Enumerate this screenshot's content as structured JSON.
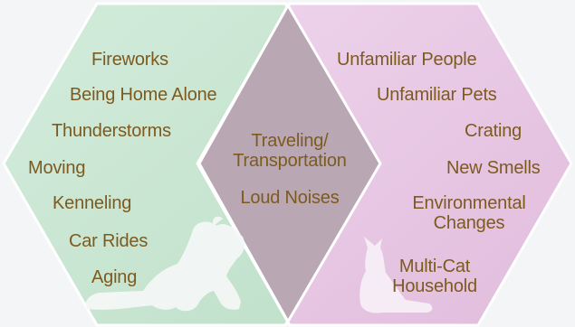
{
  "dog_triggers": [
    "Fireworks",
    "Being Home Alone",
    "Thunderstorms",
    "Moving",
    "Kenneling",
    "Car Rides",
    "Aging"
  ],
  "shared_triggers": [
    "Traveling/ Transportation",
    "Loud Noises"
  ],
  "cat_triggers": [
    "Unfamiliar People",
    "Unfamiliar Pets",
    "Crating",
    "New Smells",
    "Environmental Changes",
    "Multi-Cat Household"
  ],
  "colors": {
    "dog_region": "#c9e6d3",
    "cat_region": "#e7c8e4",
    "overlap_region": "#b8a7b2",
    "text": "#7d5a1f",
    "silhouette": "#f4f8f6"
  },
  "icons": {
    "dog": "dog-silhouette-icon",
    "cat": "cat-silhouette-icon"
  }
}
